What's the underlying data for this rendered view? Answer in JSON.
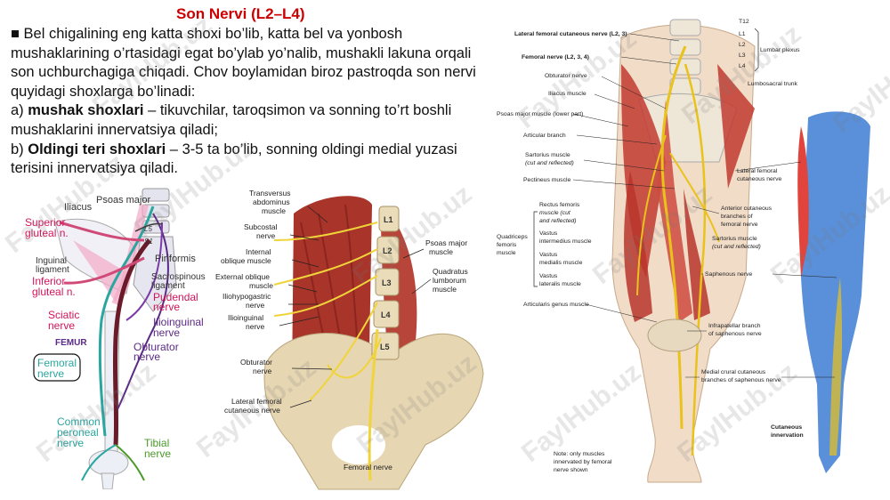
{
  "slide": {
    "title": "Son Nervi (L2–L4)",
    "para1": "■ Bel chigalining eng katta shoxi bo’lib, katta bel va yonbosh mushaklarining o’rtasidagi egat bo’ylab yo’nalib, mushakli lakuna orqali son uchburchagiga chiqadi. Chov boylamidan biroz  pastroqda son nervi quyidagi shoxlarga bo’linadi:",
    "item_a_prefix": "a) ",
    "item_a_bold": "mushak shoxlari",
    "item_a_rest": " – tikuvchilar, taroqsimon va sonning to’rt boshli mushaklarini innervatsiya qiladi;",
    "item_b_prefix": "b) ",
    "item_b_bold": "Oldingi teri shoxlari",
    "item_b_rest": " – 3-5 ta bo’lib, sonning oldingi medial yuzasi terisini innervatsiya qiladi."
  },
  "watermark": "FaylHub.uz",
  "schematic": {
    "iliacus": "Iliacus",
    "psoas_major": "Psoas major",
    "superior_gluteal": [
      "Superior",
      "gluteal n."
    ],
    "l5": "L5",
    "s1": "S1",
    "inguinal_ligament": [
      "Inguinal",
      "ligament"
    ],
    "piriformis": "Piriformis",
    "inferior_gluteal": [
      "Inferior",
      "gluteal n."
    ],
    "sacrospinous": [
      "Sacrospinous",
      "ligament"
    ],
    "pudendal": [
      "Pudendal",
      "nerve"
    ],
    "sciatic": [
      "Sciatic",
      "nerve"
    ],
    "ilioinguinal": [
      "Ilioinguinal",
      "nerve"
    ],
    "femur": "FEMUR",
    "obturator": [
      "Obturator",
      "nerve"
    ],
    "femoral": [
      "Femoral",
      "nerve"
    ],
    "common_peroneal": [
      "Common",
      "peroneal",
      "nerve"
    ],
    "tibial": [
      "Tibial",
      "nerve"
    ]
  },
  "lumbar": {
    "transversus": [
      "Transversus",
      "abdominus",
      "muscle"
    ],
    "subcostal": [
      "Subcostal",
      "nerve"
    ],
    "internal_oblique": [
      "Internal",
      "oblique muscle"
    ],
    "external_oblique": [
      "External oblique",
      "muscle"
    ],
    "iliohypogastric": [
      "Iliohypogastric",
      "nerve"
    ],
    "ilioinguinal": [
      "Ilioinguinal",
      "nerve"
    ],
    "obturator": [
      "Obturator",
      "nerve"
    ],
    "lateral_femoral": [
      "Lateral femoral",
      "cutaneous nerve"
    ],
    "femoral_nerve": "Femoral nerve",
    "psoas_major": [
      "Psoas major",
      "muscle"
    ],
    "quadratus": [
      "Quadratus",
      "lumborum",
      "muscle"
    ],
    "vertebrae": [
      "L1",
      "L2",
      "L3",
      "L4",
      "L5"
    ]
  },
  "leg": {
    "lateral_femoral_cut": "Lateral femoral cutaneous nerve (L2, 3)",
    "femoral_nerve": "Femoral nerve (L2, 3, 4)",
    "obturator": "Obturator nerve",
    "iliacus": "Iliacus muscle",
    "psoas": "Psoas major muscle (lower part)",
    "articular": "Articular branch",
    "sartorius_left": [
      "Sartorius muscle",
      "(cut and reflected)"
    ],
    "pectineus": "Pectineus muscle",
    "quadriceps": [
      "Quadriceps",
      "femoris",
      "muscle"
    ],
    "rectus": [
      "Rectus femoris",
      "muscle (cut",
      "and reflected)"
    ],
    "vastus_inter": [
      "Vastus",
      "intermedius muscle"
    ],
    "vastus_med": [
      "Vastus",
      "medialis muscle"
    ],
    "vastus_lat": [
      "Vastus",
      "lateralis muscle"
    ],
    "articularis": "Articularis genus muscle",
    "note": [
      "Note: only muscles",
      "innervated by femoral",
      "nerve shown"
    ],
    "t12": "T12",
    "levels": [
      "L1",
      "L2",
      "L3",
      "L4"
    ],
    "lumbar_plexus": "Lumbar plexus",
    "lumbosacral": "Lumbosacral trunk",
    "lat_fem_right": [
      "Lateral femoral",
      "cutaneous nerve"
    ],
    "anterior_cut": [
      "Anterior cutaneous",
      "branches of",
      "femoral nerve"
    ],
    "sartorius_right": [
      "Sartorius muscle",
      "(cut and reflected)"
    ],
    "saphenous": "Saphenous nerve",
    "infrapatellar": [
      "Infrapatellar branch",
      "of saphenous nerve"
    ],
    "medial_crural": [
      "Medial crural cutaneous",
      "branches of saphenous nerve"
    ],
    "cutaneous": [
      "Cutaneous",
      "innervation"
    ]
  },
  "colors": {
    "title": "#cc0000",
    "red_label": "#d4145a",
    "purple_label": "#5b2a86",
    "teal_label": "#2aa6a0",
    "green_label": "#4a9a2a",
    "muscle": "#a8342a",
    "nerve_yellow": "#e9c21a",
    "cutaneous_blue": "#4a7fd0",
    "cutaneous_red": "#e0443c"
  }
}
